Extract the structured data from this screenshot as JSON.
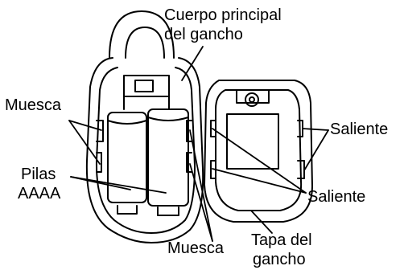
{
  "labels": {
    "hook_body_line1": "Cuerpo principal",
    "hook_body_line2": "del gancho",
    "notch_left": "Muesca",
    "notch_bottom": "Muesca",
    "batteries_line1": "Pilas",
    "batteries_line2": "AAAA",
    "protrusion_top": "Saliente",
    "protrusion_mid": "Saliente",
    "cover_line1": "Tapa del",
    "cover_line2": "gancho"
  }
}
